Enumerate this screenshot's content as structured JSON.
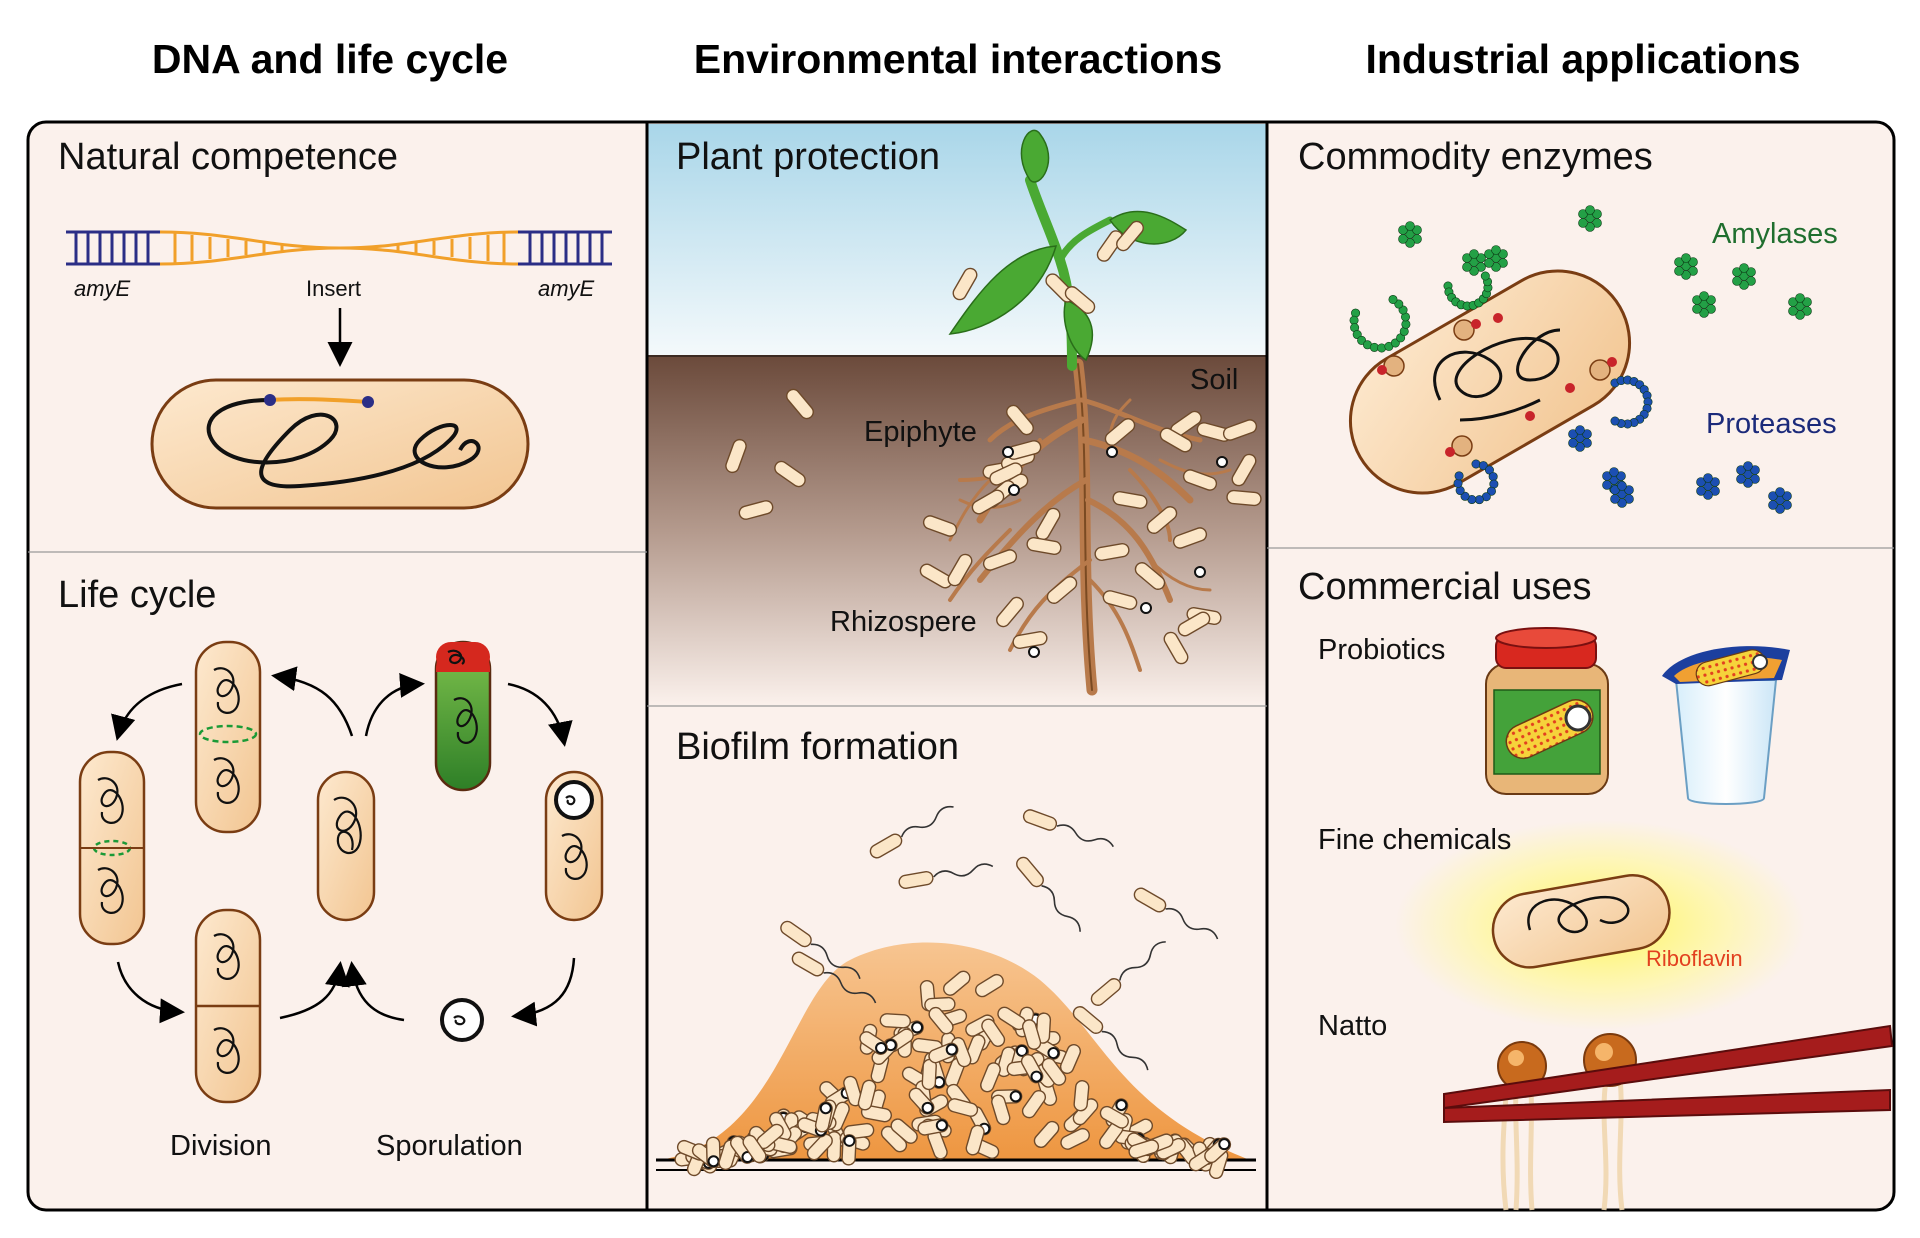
{
  "columns": {
    "dna": "DNA and life cycle",
    "env": "Environmental interactions",
    "ind": "Industrial applications"
  },
  "panels": {
    "natural_competence": {
      "title": "Natural competence",
      "amyE_left": "amyE",
      "insert": "Insert",
      "amyE_right": "amyE"
    },
    "life_cycle": {
      "title": "Life cycle",
      "division": "Division",
      "sporulation": "Sporulation"
    },
    "plant_protection": {
      "title": "Plant protection",
      "soil": "Soil",
      "epiphyte": "Epiphyte",
      "rhizosphere": "Rhizospere"
    },
    "biofilm": {
      "title": "Biofilm formation"
    },
    "commodity_enzymes": {
      "title": "Commodity enzymes",
      "amylases": "Amylases",
      "proteases": "Proteases"
    },
    "commercial_uses": {
      "title": "Commercial uses",
      "probiotics": "Probiotics",
      "fine_chemicals": "Fine chemicals",
      "riboflavin": "Riboflavin",
      "natto": "Natto"
    }
  },
  "colors": {
    "panel_bg": "#fbf1ec",
    "cell_fill": "#f8ddb9",
    "cell_stroke": "#7a3d13",
    "dna_blue": "#2b2e86",
    "dna_orange": "#f1a02a",
    "plant_green": "#4aa933",
    "amylase_green": "#1f8a3c",
    "protease_blue": "#1c4fb2",
    "riboflavin_red": "#e2401f",
    "chopstick_red": "#a51c1c",
    "biofilm_orange": "#f0a04d"
  }
}
